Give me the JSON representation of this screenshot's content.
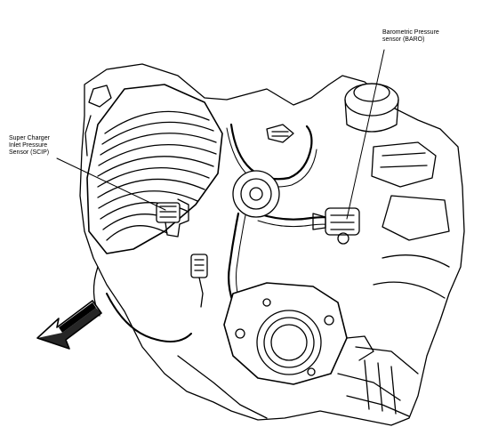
{
  "callouts": {
    "baro": {
      "line1": "Barometric Pressure",
      "line2": "sensor (BARO)"
    },
    "scip": {
      "line1": "Super Charger",
      "line2": "Inlet Pressure",
      "line3": "Sensor (SCIP)"
    }
  },
  "colors": {
    "ink": "#000000",
    "paper": "#ffffff"
  },
  "icons": {
    "direction_arrow": "front-direction-arrow-icon"
  }
}
